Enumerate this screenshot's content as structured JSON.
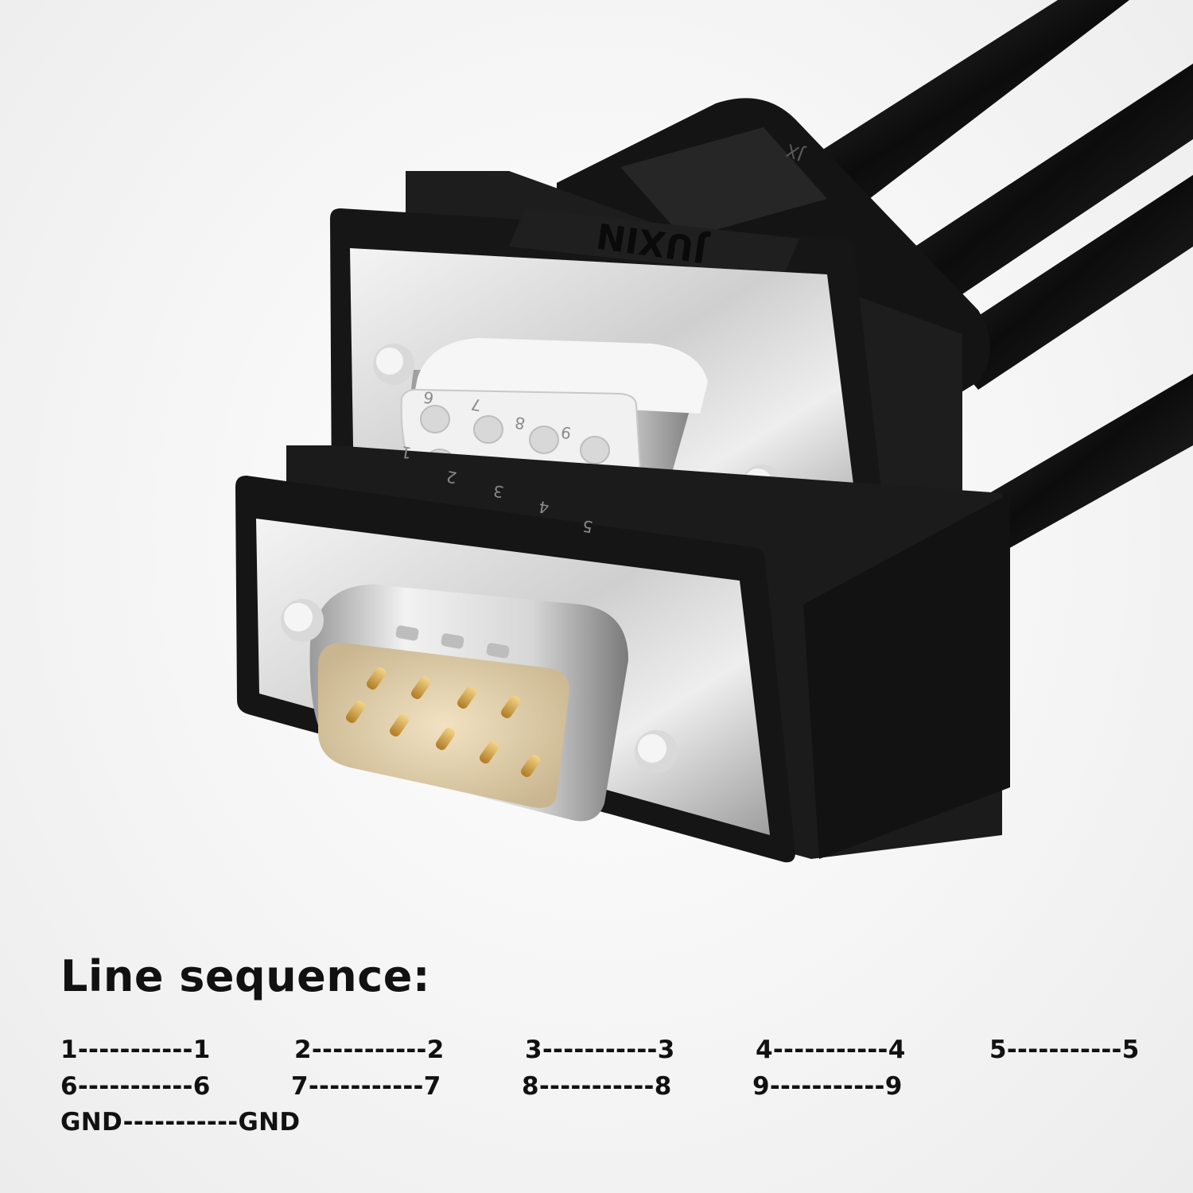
{
  "brand": {
    "wordmark": "JUXIN",
    "emblem": "JX"
  },
  "female_connector": {
    "pin_labels": [
      "1",
      "2",
      "3",
      "4",
      "5",
      "6",
      "7",
      "8",
      "9"
    ]
  },
  "heading": "Line sequence:",
  "line_sequence": [
    "1-----------1",
    "2-----------2",
    "3-----------3",
    "4-----------4",
    "5-----------5",
    "6-----------6",
    "7-----------7",
    "8-----------8",
    "9-----------9",
    "GND-----------GND"
  ],
  "colors": {
    "housing": "#1a1a1a",
    "metal_plate": "#dcdcdc",
    "gold_pins": "#d9a84e",
    "background": "#f5f5f5"
  }
}
